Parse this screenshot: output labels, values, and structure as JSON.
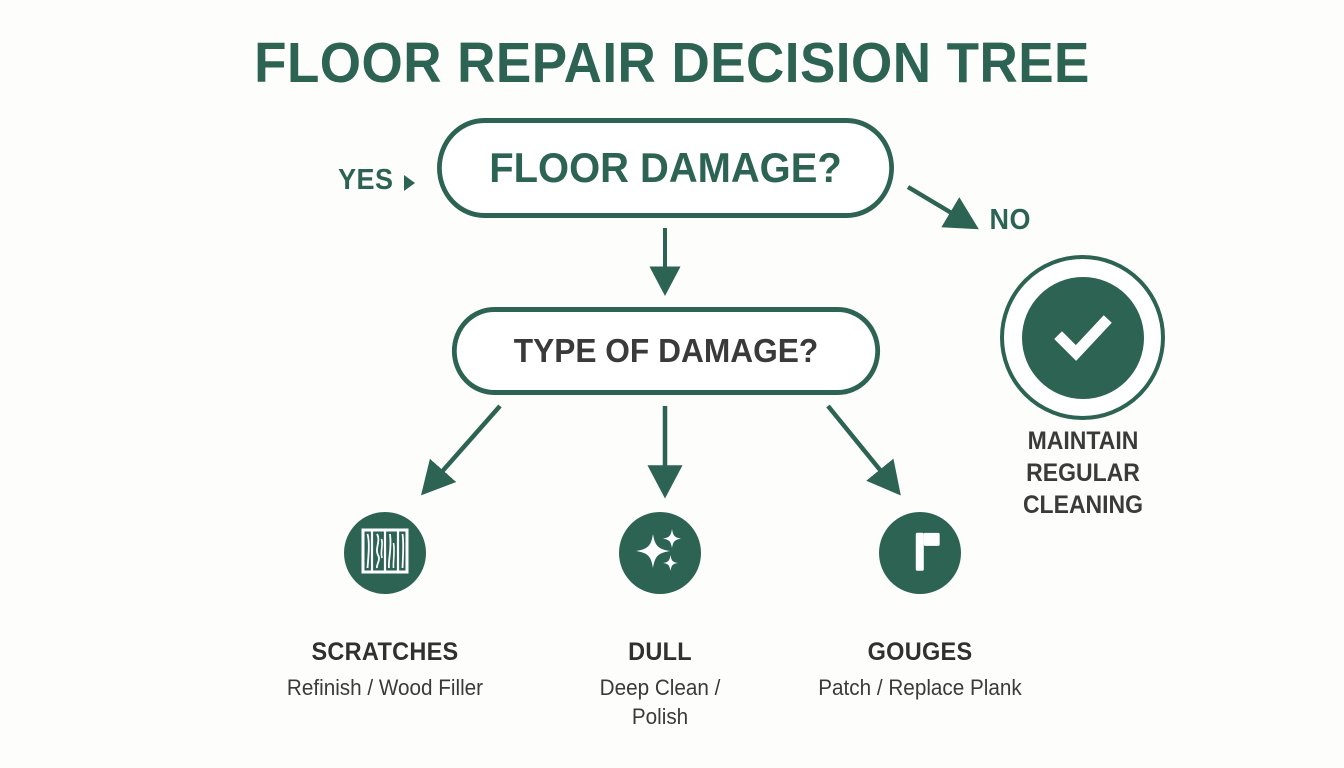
{
  "page": {
    "title": "FLOOR REPAIR DECISION TREE",
    "background_color": "#fdfdfc",
    "accent_color": "#2d6353",
    "text_color": "#3a3a3a"
  },
  "diagram": {
    "type": "decision-tree",
    "root": {
      "label": "FLOOR DAMAGE?",
      "shape": "rounded-pill",
      "text_color": "#2d6353"
    },
    "branches": [
      {
        "label": "YES",
        "marker": "caret-right-icon",
        "color": "#2d6353"
      },
      {
        "label": "NO",
        "marker": "arrow-diagonal-icon",
        "color": "#2d6353"
      }
    ],
    "second": {
      "label": "TYPE OF DAMAGE?",
      "shape": "rounded-pill",
      "text_color": "#3a3a3a"
    },
    "no_outcome": {
      "icon": "check-circle-icon",
      "label_lines": [
        "MAINTAIN",
        "REGULAR",
        "CLEANING"
      ],
      "label": "MAINTAIN REGULAR CLEANING"
    },
    "leaves": [
      {
        "icon": "wood-grain-icon",
        "title": "SCRATCHES",
        "remedy": "Refinish / Wood Filler"
      },
      {
        "icon": "sparkles-icon",
        "title": "DULL",
        "remedy": "Deep Clean / Polish"
      },
      {
        "icon": "hammer-icon",
        "title": "GOUGES",
        "remedy": "Patch / Replace Plank"
      }
    ]
  }
}
